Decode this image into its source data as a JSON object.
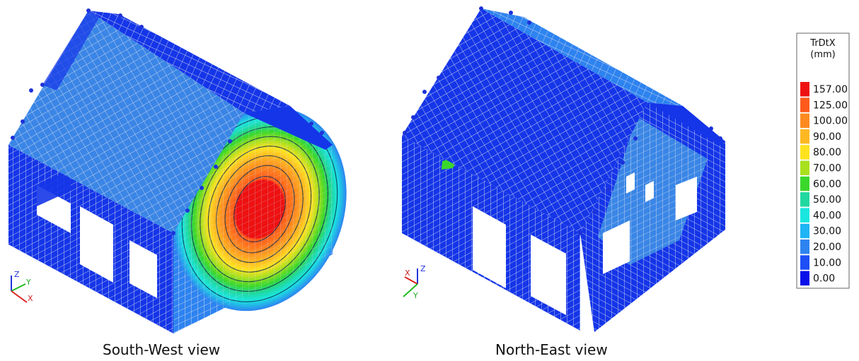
{
  "views": [
    {
      "caption": "South-West view",
      "axes": [
        "Z",
        "Y",
        "X"
      ]
    },
    {
      "caption": "North-East view",
      "axes": [
        "X",
        "Z",
        "Y"
      ]
    }
  ],
  "legend": {
    "title_line1": "TrDtX",
    "title_line2": "(mm)",
    "entries": [
      {
        "label": "157.00",
        "color": "#ee1111"
      },
      {
        "label": "125.00",
        "color": "#ff5a1c"
      },
      {
        "label": "100.00",
        "color": "#ff8a1f"
      },
      {
        "label": "90.00",
        "color": "#ffb821"
      },
      {
        "label": "80.00",
        "color": "#ffe21f"
      },
      {
        "label": "70.00",
        "color": "#a8e01e"
      },
      {
        "label": "60.00",
        "color": "#3ad82b"
      },
      {
        "label": "50.00",
        "color": "#21d8a0"
      },
      {
        "label": "40.00",
        "color": "#1ae6e0"
      },
      {
        "label": "30.00",
        "color": "#1fb4f5"
      },
      {
        "label": "20.00",
        "color": "#2d83f0"
      },
      {
        "label": "10.00",
        "color": "#1d4ff5"
      },
      {
        "label": "0.00",
        "color": "#0a10e8"
      }
    ]
  },
  "colors": {
    "mesh_base": "#1535e8",
    "roof_light": "#3a86e6",
    "mesh_line": "#c9d4ee",
    "hotspot_red": "#ee1111"
  }
}
